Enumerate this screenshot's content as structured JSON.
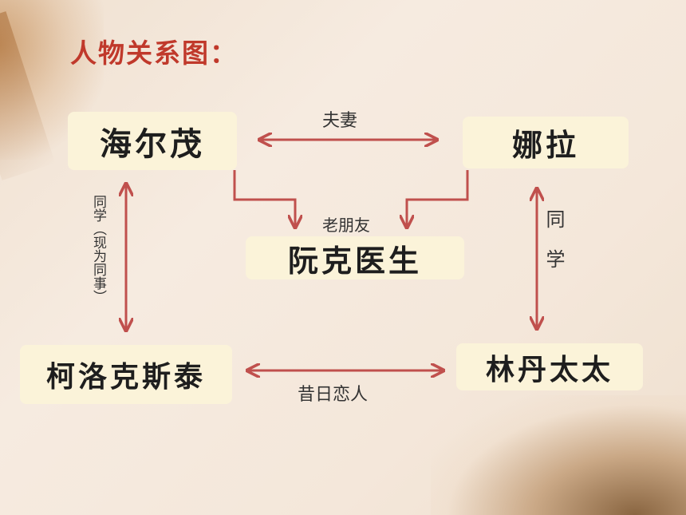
{
  "title": "人物关系图：",
  "nodes": {
    "helmer": "海尔茂",
    "nora": "娜拉",
    "rank": "阮克医生",
    "krogstad": "柯洛克斯泰",
    "linde": "林丹太太"
  },
  "relations": {
    "spouse": "夫妻",
    "old_friend": "老朋友",
    "classmate_colleague": "同学（现为同事）",
    "classmate": "同学",
    "former_lovers": "昔日恋人"
  },
  "colors": {
    "title": "#c0392b",
    "arrow": "#c0504d",
    "node_fill": "#fbf3d9"
  }
}
